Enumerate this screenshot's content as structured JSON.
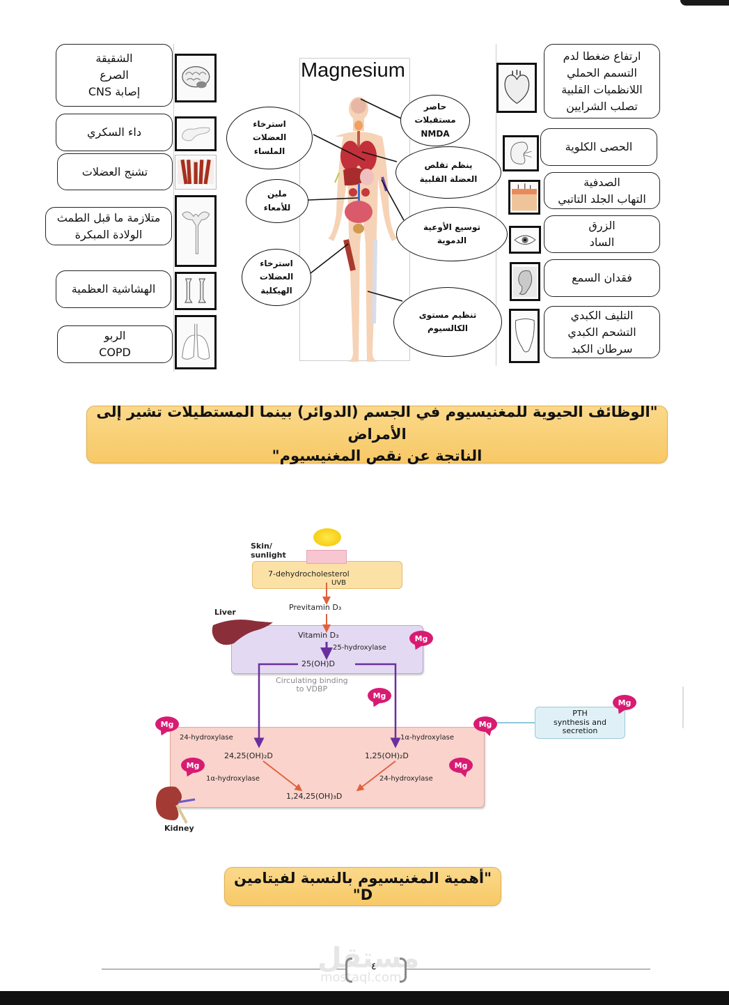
{
  "top_diagram": {
    "title": "Magnesium",
    "left_diseases": [
      {
        "icon": "brain-icon",
        "lines": [
          "الشقيقة",
          "الصرع",
          "إصابة CNS"
        ]
      },
      {
        "icon": "pancreas-icon",
        "lines": [
          "داء السكري"
        ]
      },
      {
        "icon": "muscles-icon",
        "lines": [
          "تشنج العضلات"
        ]
      },
      {
        "icon": "uterus-icon",
        "lines": [
          "متلازمة ما قبل الطمث",
          "الولادة المبكرة"
        ]
      },
      {
        "icon": "bones-icon",
        "lines": [
          "الهشاشية العظمية"
        ]
      },
      {
        "icon": "lungs-icon",
        "lines": [
          "الربو",
          "COPD"
        ]
      }
    ],
    "right_diseases": [
      {
        "icon": "heart-icon",
        "lines": [
          "ارتفاع ضغطا لدم",
          "التسمم الحملي",
          "اللانظميات القلبية",
          "تصلب الشرايين"
        ]
      },
      {
        "icon": "kidney-icon",
        "lines": [
          "الحصى الكلوية"
        ]
      },
      {
        "icon": "skin-icon",
        "lines": [
          "الصدفية",
          "التهاب الجلد التاتبي"
        ]
      },
      {
        "icon": "eye-icon",
        "lines": [
          "الزرق",
          "الساد"
        ]
      },
      {
        "icon": "ear-icon",
        "lines": [
          "فقدان السمع"
        ]
      },
      {
        "icon": "liver-icon",
        "lines": [
          "التليف الكبدي",
          "التشحم الكبدي",
          "سرطان الكبد"
        ]
      }
    ],
    "functions": {
      "smooth_muscle": [
        "استرخاء",
        "العضلات",
        "الملساء"
      ],
      "laxative": [
        "ملين",
        "للأمعاء"
      ],
      "skeletal_muscle": [
        "استرخاء",
        "العضلات",
        "الهيكلية"
      ],
      "nmda": [
        "حاصر",
        "مستقبلات",
        "NMDA"
      ],
      "cardiac": [
        "ينظم تقلص",
        "العضلة القلبية"
      ],
      "vasodilation": [
        "توسيع الأوعية",
        "الدموية"
      ],
      "calcium": [
        "تنظيم مستوى",
        "الكالسيوم"
      ]
    }
  },
  "caption1": {
    "line1": "\"الوظائف الحيوية للمغنيسيوم في الجسم (الدوائر) بينما المستطيلات تشير إلى الأمراض",
    "line2": "الناتجة عن نقص المغنيسيوم\""
  },
  "vitd_diagram": {
    "skin_label": [
      "Skin/",
      "sunlight"
    ],
    "dehydro": "7-dehydrocholesterol",
    "uvb": "UVB",
    "previtamin": "Previtamin D₃",
    "liver_label": "Liver",
    "vitamin_d3": "Vitamin D₃",
    "hydroxylase25": "25-hydroxylase",
    "ohd25": "25(OH)D",
    "circulating": [
      "Circulating binding",
      "to VDBP"
    ],
    "mg_label": "Mg",
    "pth": [
      "PTH",
      "synthesis and",
      "secretion"
    ],
    "kidney_left_enzyme": "24-hydroxylase",
    "kidney_right_enzyme": "1α-hydroxylase",
    "product_left": "24,25(OH)₂D",
    "product_right": "1,25(OH)₂D",
    "enzyme_left_lower": "1α-hydroxylase",
    "enzyme_right_lower": "24-hydroxylase",
    "final_product": "1,24,25(OH)₃D",
    "kidney_label": "Kidney"
  },
  "caption2": {
    "text": "\"أهمية المغنيسيوم بالنسبة لفيتامين D\""
  },
  "footer": {
    "page_number": "٤",
    "watermark_arabic": "مستقل",
    "watermark_latin": "mostaql.com"
  },
  "colors": {
    "caption_bg": "#f7c866",
    "mg_badge": "#d81b72",
    "liver_box": "#e4d9f2",
    "kidney_box": "#f9d3cc",
    "skin_box": "#fbe1a6",
    "pth_box": "#dff1f7",
    "purple_arrow": "#6a2f9e",
    "orange_arrow": "#e0603c"
  }
}
